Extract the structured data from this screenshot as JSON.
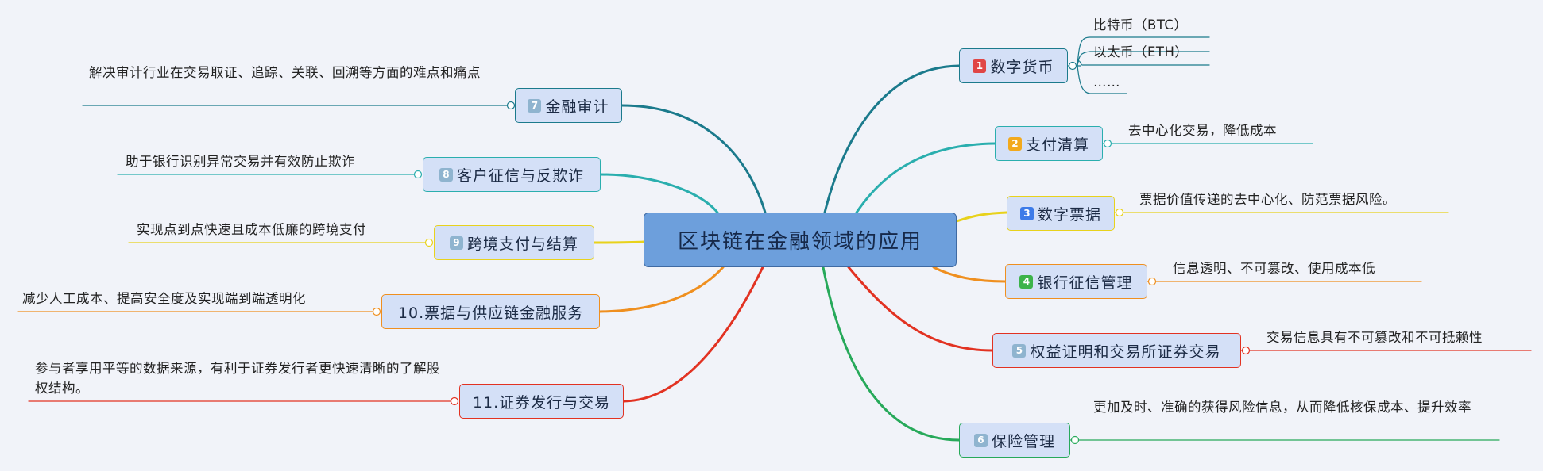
{
  "central": {
    "title": "区块链在金融领域的应用"
  },
  "branches": [
    {
      "num": "1",
      "label": "数字货币",
      "num_color": "#e04646",
      "border": "#1b7a8c",
      "details": [
        "比特币（BTC）",
        "以太币（ETH）",
        "……"
      ]
    },
    {
      "num": "2",
      "label": "支付清算",
      "num_color": "#f2a91c",
      "border": "#2aaeae",
      "details": [
        "去中心化交易，降低成本"
      ]
    },
    {
      "num": "3",
      "label": "数字票据",
      "num_color": "#3d7be8",
      "border": "#e8d21c",
      "details": [
        "票据价值传递的去中心化、防范票据风险。"
      ]
    },
    {
      "num": "4",
      "label": "银行征信管理",
      "num_color": "#3cb34a",
      "border": "#ef8f1f",
      "details": [
        "信息透明、不可篡改、使用成本低"
      ]
    },
    {
      "num": "5",
      "label": "权益证明和交易所证券交易",
      "num_color": "#8fb4cf",
      "border": "#e23222",
      "details": [
        "交易信息具有不可篡改和不可抵赖性"
      ]
    },
    {
      "num": "6",
      "label": "保险管理",
      "num_color": "#8fb4cf",
      "border": "#27a95a",
      "details": [
        "更加及时、准确的获得风险信息，从而降低核保成本、提升效率"
      ]
    },
    {
      "num": "7",
      "label": "金融审计",
      "num_color": "#8fb4cf",
      "border": "#1b7a8c",
      "details": [
        "解决审计行业在交易取证、追踪、关联、回溯等方面的难点和痛点"
      ]
    },
    {
      "num": "8",
      "label": "客户征信与反欺诈",
      "num_color": "#8fb4cf",
      "border": "#2aaeae",
      "details": [
        "助于银行识别异常交易并有效防止欺诈"
      ]
    },
    {
      "num": "9",
      "label": "跨境支付与结算",
      "num_color": "#8fb4cf",
      "border": "#e8d21c",
      "details": [
        "实现点到点快速且成本低廉的跨境支付"
      ]
    },
    {
      "num": "",
      "label": "10.票据与供应链金融服务",
      "num_color": "",
      "border": "#ef8f1f",
      "details": [
        "减少人工成本、提高安全度及实现端到端透明化"
      ]
    },
    {
      "num": "",
      "label": "11.证券发行与交易",
      "num_color": "",
      "border": "#e23222",
      "details": [
        "参与者享用平等的数据来源，有利于证券发行者更快速清晰的了解股权结构。"
      ]
    }
  ]
}
